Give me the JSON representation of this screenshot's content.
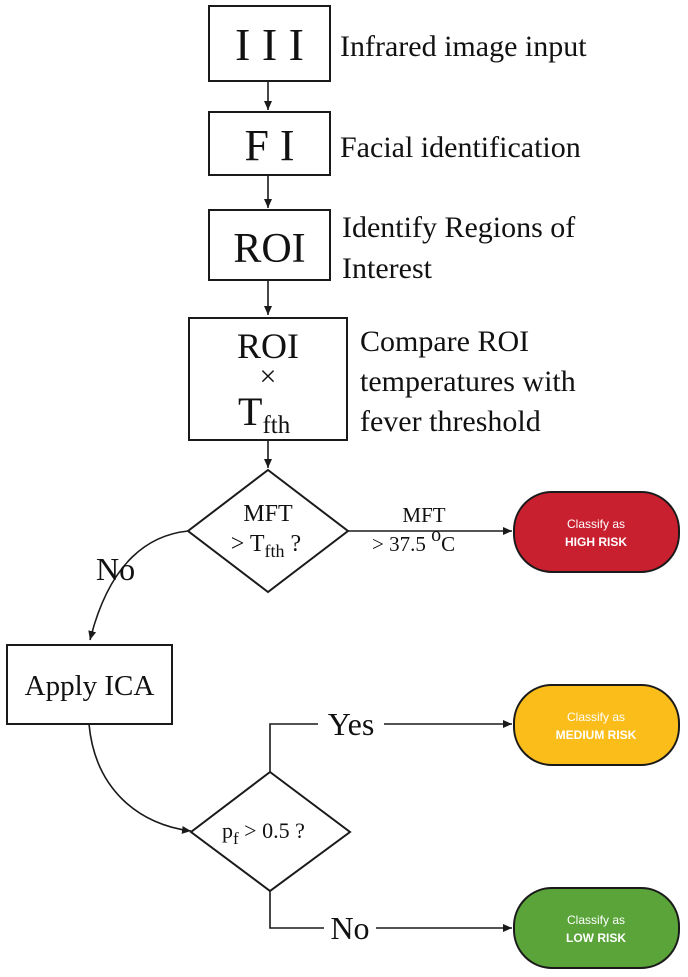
{
  "steps": [
    {
      "box": "I I I",
      "label": "Infrared image input"
    },
    {
      "box": "F I",
      "label": "Facial identification"
    },
    {
      "box": "ROI",
      "label_lines": [
        "Identify Regions of",
        "Interest"
      ]
    },
    {
      "box_top": "ROI",
      "box_op": "×",
      "box_sym": "T",
      "box_sub": "fth",
      "label_lines": [
        "Compare ROI",
        "temperatures with",
        "fever threshold"
      ]
    }
  ],
  "decision_mft": {
    "line1": "MFT",
    "line2_prefix": "> T",
    "line2_sub": "fth",
    "line2_suffix": " ?"
  },
  "edge_mft": {
    "top": "MFT",
    "value": "> 37.5 ",
    "sup": "o",
    "unit": "C"
  },
  "edge_no_1": "No",
  "apply_ica": "Apply ICA",
  "decision_pf": {
    "sym": "p",
    "sub": "f",
    "rest": " > 0.5 ?"
  },
  "edge_yes": "Yes",
  "edge_no_2": "No",
  "outcomes": [
    {
      "line1": "Classify as",
      "line2": "HIGH RISK",
      "color": "#c8202f"
    },
    {
      "line1": "Classify as",
      "line2": "MEDIUM RISK",
      "color": "#fbbd1a"
    },
    {
      "line1": "Classify as",
      "line2": "LOW RISK",
      "color": "#5aa43a"
    }
  ]
}
